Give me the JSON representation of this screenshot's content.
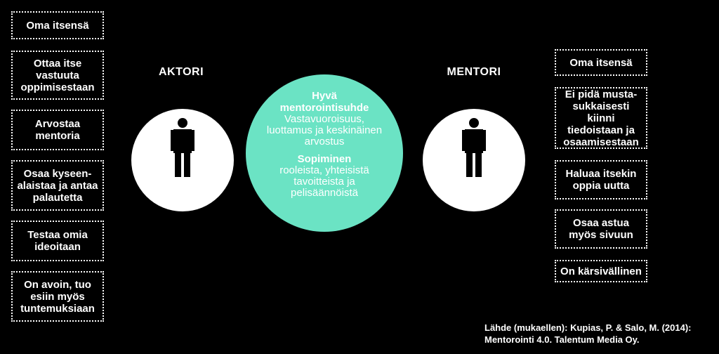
{
  "left_column": {
    "title": "AKTORI",
    "items": [
      "Oma itsensä",
      "Ottaa itse\nvastuuta\noppimisestaan",
      "Arvostaa\nmentoria",
      "Osaa kyseen-\nalaistaa ja antaa\npalautetta",
      "Testaa omia\nideoitaan",
      "On avoin, tuo\nesiin myös\ntuntemuksiaan"
    ]
  },
  "right_column": {
    "title": "MENTORI",
    "items": [
      "Oma itsensä",
      "Ei pidä musta-\nsukkaisesti kiinni\ntiedoistaan ja\nosaamisestaan",
      "Haluaa itsekin\noppia uutta",
      "Osaa astua\nmyös sivuun",
      "On kärsivällinen"
    ]
  },
  "center": {
    "heading1": "Hyvä\nmentorointisuhde",
    "text1": "Vastavuoroisuus,\nluottamus ja keskinäinen\narvostus",
    "heading2": "Sopiminen",
    "text2": "rooleista, yhteisistä\ntavoitteista ja\npelisäännöistä"
  },
  "source": "Lähde (mukaellen): Kupias, P. & Salo, M. (2014):\nMentorointi 4.0. Talentum Media Oy.",
  "colors": {
    "background": "#000000",
    "center_circle": "#6be3c4",
    "person_circle": "#ffffff",
    "figure": "#000000"
  }
}
